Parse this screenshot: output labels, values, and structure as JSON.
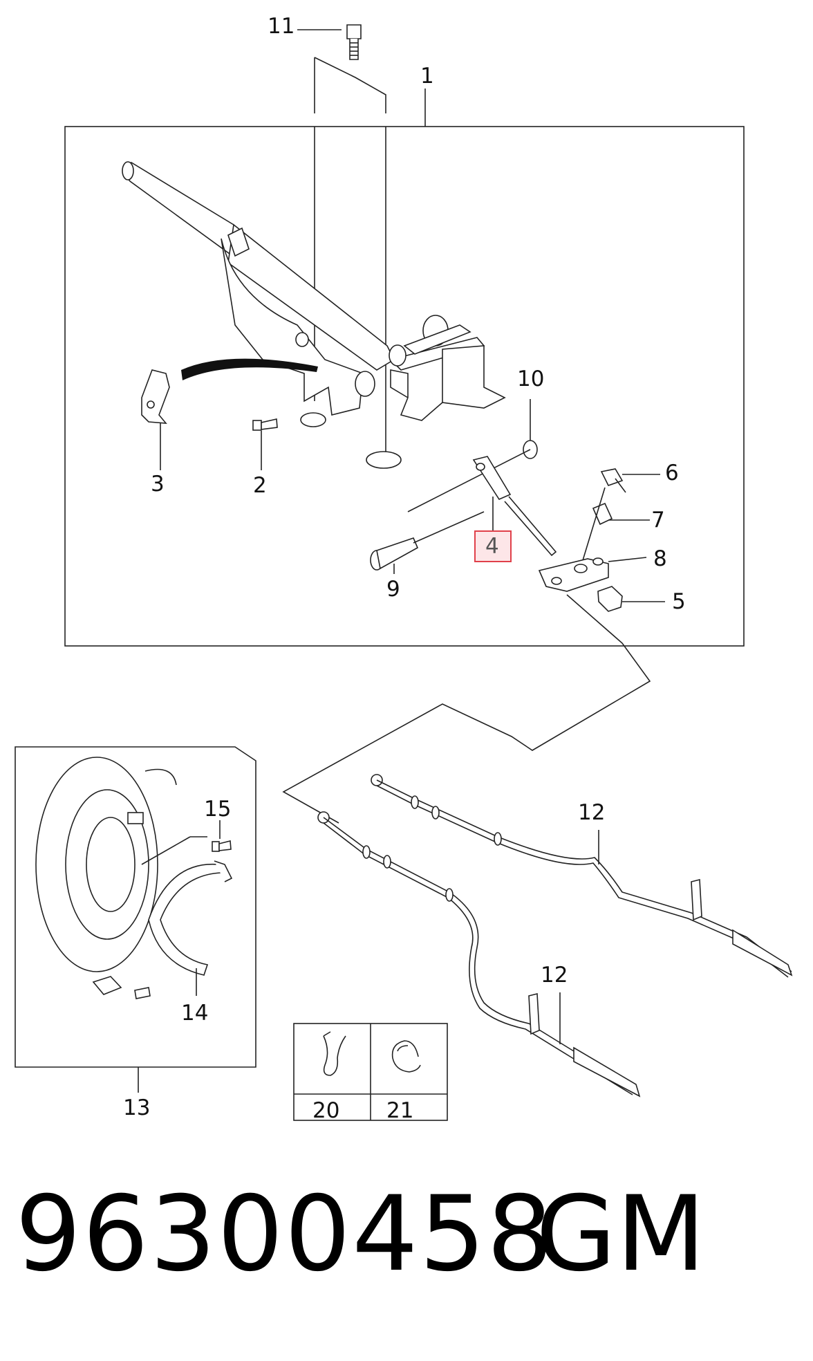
{
  "diagram": {
    "callouts": {
      "c1": "1",
      "c2": "2",
      "c3": "3",
      "c4": "4",
      "c5": "5",
      "c6": "6",
      "c7": "7",
      "c8": "8",
      "c9": "9",
      "c10": "10",
      "c11": "11",
      "c12a": "12",
      "c12b": "12",
      "c13": "13",
      "c14": "14",
      "c15": "15",
      "c20": "20",
      "c21": "21"
    },
    "highlighted_callout": "4",
    "highlight_color": "#e0404a",
    "highlight_fill": "#fde6e8"
  },
  "footer": {
    "part_number": "96300458",
    "brand": "GM"
  }
}
